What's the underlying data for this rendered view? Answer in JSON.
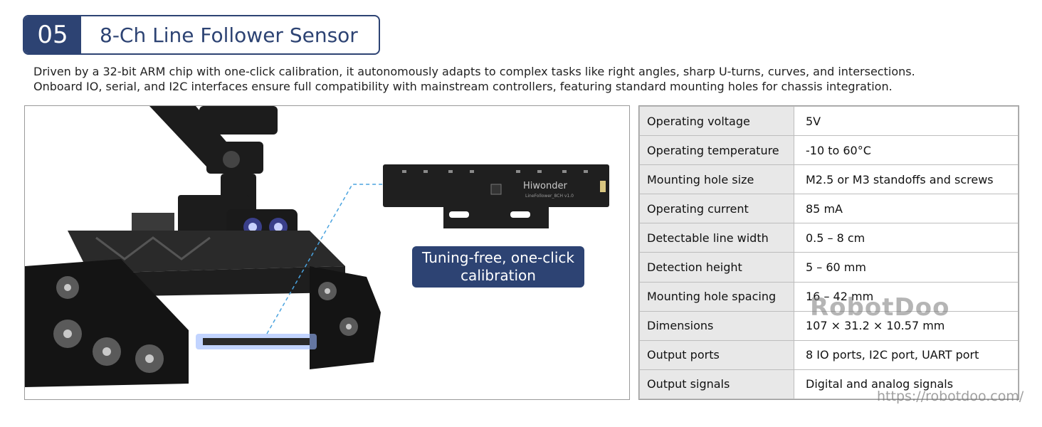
{
  "header": {
    "number": "05",
    "title": "8-Ch Line Follower Sensor"
  },
  "description": [
    "Driven by a 32-bit ARM chip with one-click calibration, it autonomously adapts to complex tasks like right angles, sharp U-turns, curves, and intersections.",
    "Onboard IO, serial, and I2C interfaces ensure full compatibility with mainstream controllers, featuring standard mounting holes for chassis integration."
  ],
  "image": {
    "badge_line1": "Tuning-free, one-click",
    "badge_line2": "calibration",
    "board_brand": "Hiwonder",
    "board_model": "LineFollower_8CH v1.0"
  },
  "specs": [
    {
      "label": "Operating voltage",
      "value": "5V"
    },
    {
      "label": "Operating temperature",
      "value": "-10 to 60°C"
    },
    {
      "label": "Mounting hole size",
      "value": "M2.5 or M3 standoffs and screws"
    },
    {
      "label": "Operating current",
      "value": "85 mA"
    },
    {
      "label": "Detectable line width",
      "value": "0.5 – 8 cm"
    },
    {
      "label": "Detection height",
      "value": "5 – 60 mm"
    },
    {
      "label": "Mounting hole spacing",
      "value": "16 – 42 mm"
    },
    {
      "label": "Dimensions",
      "value": "107 × 31.2 × 10.57 mm"
    },
    {
      "label": "Output ports",
      "value": "8 IO ports, I2C port, UART port"
    },
    {
      "label": "Output signals",
      "value": "Digital and analog signals"
    }
  ],
  "watermark": {
    "brand": "RobotDoo",
    "url": "https://robotdoo.com/"
  }
}
